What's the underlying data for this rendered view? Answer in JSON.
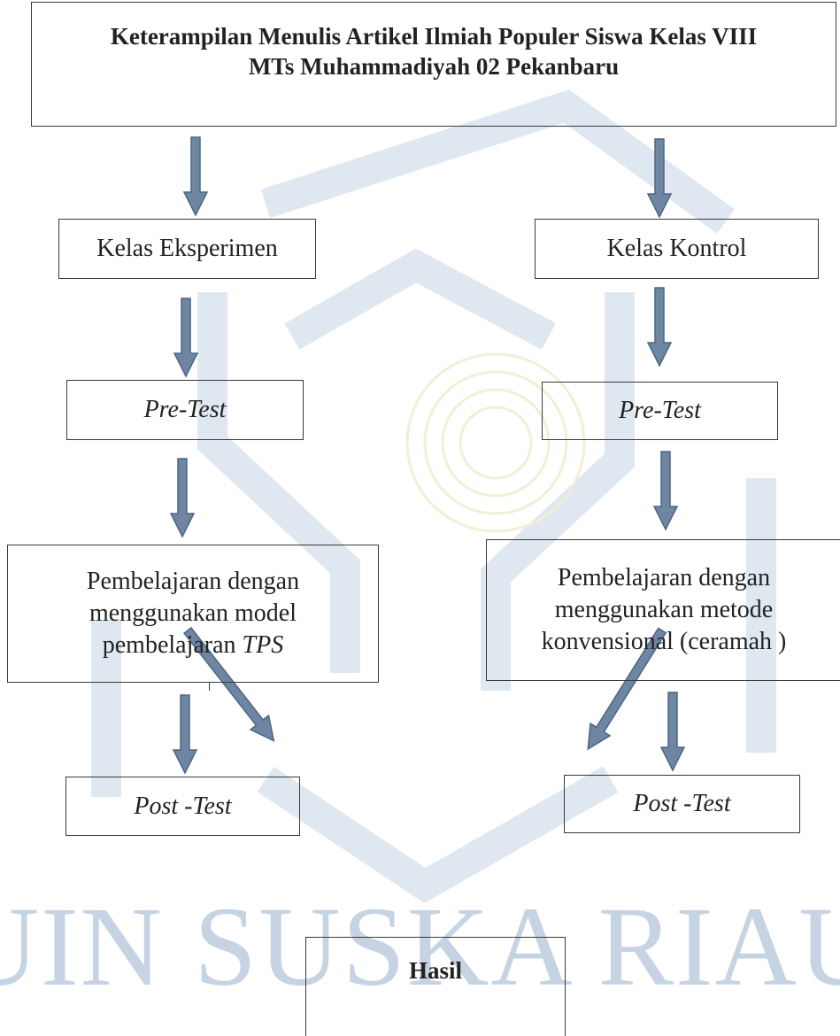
{
  "title": {
    "line1": "Keterampilan Menulis Artikel Ilmiah Populer Siswa Kelas VIII",
    "line2": "MTs Muhammadiyah 02 Pekanbaru"
  },
  "left": {
    "class": "Kelas Eksperimen",
    "pretest": "Pre-Test",
    "treatment_line1": "Pembelajaran dengan",
    "treatment_line2": "menggunakan model",
    "treatment_line3_prefix": "pembelajaran ",
    "treatment_line3_italic": "TPS",
    "posttest": "Post -Test"
  },
  "right": {
    "class": "Kelas Kontrol",
    "pretest": "Pre-Test",
    "treatment_line1": "Pembelajaran dengan",
    "treatment_line2": "menggunakan metode",
    "treatment_line3": "konvensional (ceramah )",
    "posttest": "Post -Test"
  },
  "result": "Hasil",
  "watermark": {
    "text": "UIN SUSKA RIAU",
    "colors": {
      "watermark_text": "#c5d3e3",
      "watermark_shape": "#dfe7f0",
      "watermark_center": "#f3eed5"
    }
  },
  "colors": {
    "arrow_fill": "#6f86a3",
    "arrow_stroke": "#4e6683",
    "border": "#3a3a3a"
  }
}
